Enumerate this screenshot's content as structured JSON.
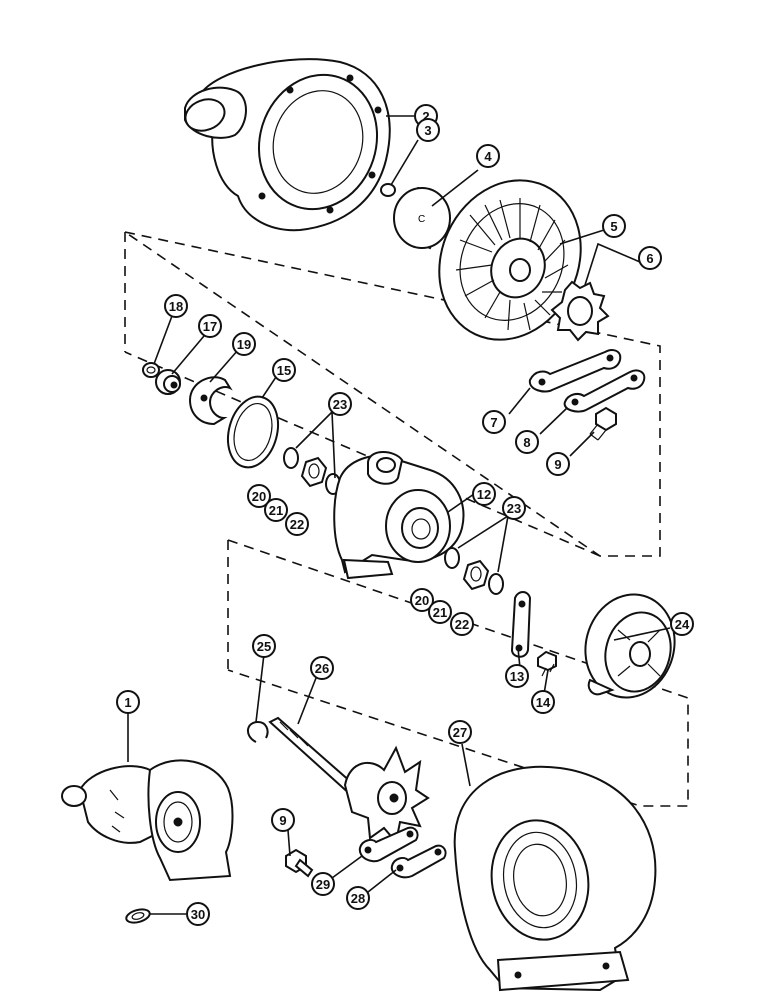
{
  "diagram": {
    "callouts": [
      {
        "id": "c1",
        "label": "1"
      },
      {
        "id": "c2",
        "label": "2"
      },
      {
        "id": "c3",
        "label": "3"
      },
      {
        "id": "c4",
        "label": "4"
      },
      {
        "id": "c5",
        "label": "5"
      },
      {
        "id": "c6",
        "label": "6"
      },
      {
        "id": "c7",
        "label": "7"
      },
      {
        "id": "c8",
        "label": "8"
      },
      {
        "id": "c9a",
        "label": "9"
      },
      {
        "id": "c9b",
        "label": "9"
      },
      {
        "id": "c12",
        "label": "12"
      },
      {
        "id": "c13",
        "label": "13"
      },
      {
        "id": "c14",
        "label": "14"
      },
      {
        "id": "c15",
        "label": "15"
      },
      {
        "id": "c17",
        "label": "17"
      },
      {
        "id": "c18",
        "label": "18"
      },
      {
        "id": "c19",
        "label": "19"
      },
      {
        "id": "c20a",
        "label": "20"
      },
      {
        "id": "c20b",
        "label": "20"
      },
      {
        "id": "c21a",
        "label": "21"
      },
      {
        "id": "c21b",
        "label": "21"
      },
      {
        "id": "c22a",
        "label": "22"
      },
      {
        "id": "c22b",
        "label": "22"
      },
      {
        "id": "c23a",
        "label": "23"
      },
      {
        "id": "c23b",
        "label": "23"
      },
      {
        "id": "c24",
        "label": "24"
      },
      {
        "id": "c25",
        "label": "25"
      },
      {
        "id": "c26",
        "label": "26"
      },
      {
        "id": "c27",
        "label": "27"
      },
      {
        "id": "c28",
        "label": "28"
      },
      {
        "id": "c29",
        "label": "29"
      },
      {
        "id": "c30",
        "label": "30"
      }
    ],
    "impeller_mark": "C"
  }
}
